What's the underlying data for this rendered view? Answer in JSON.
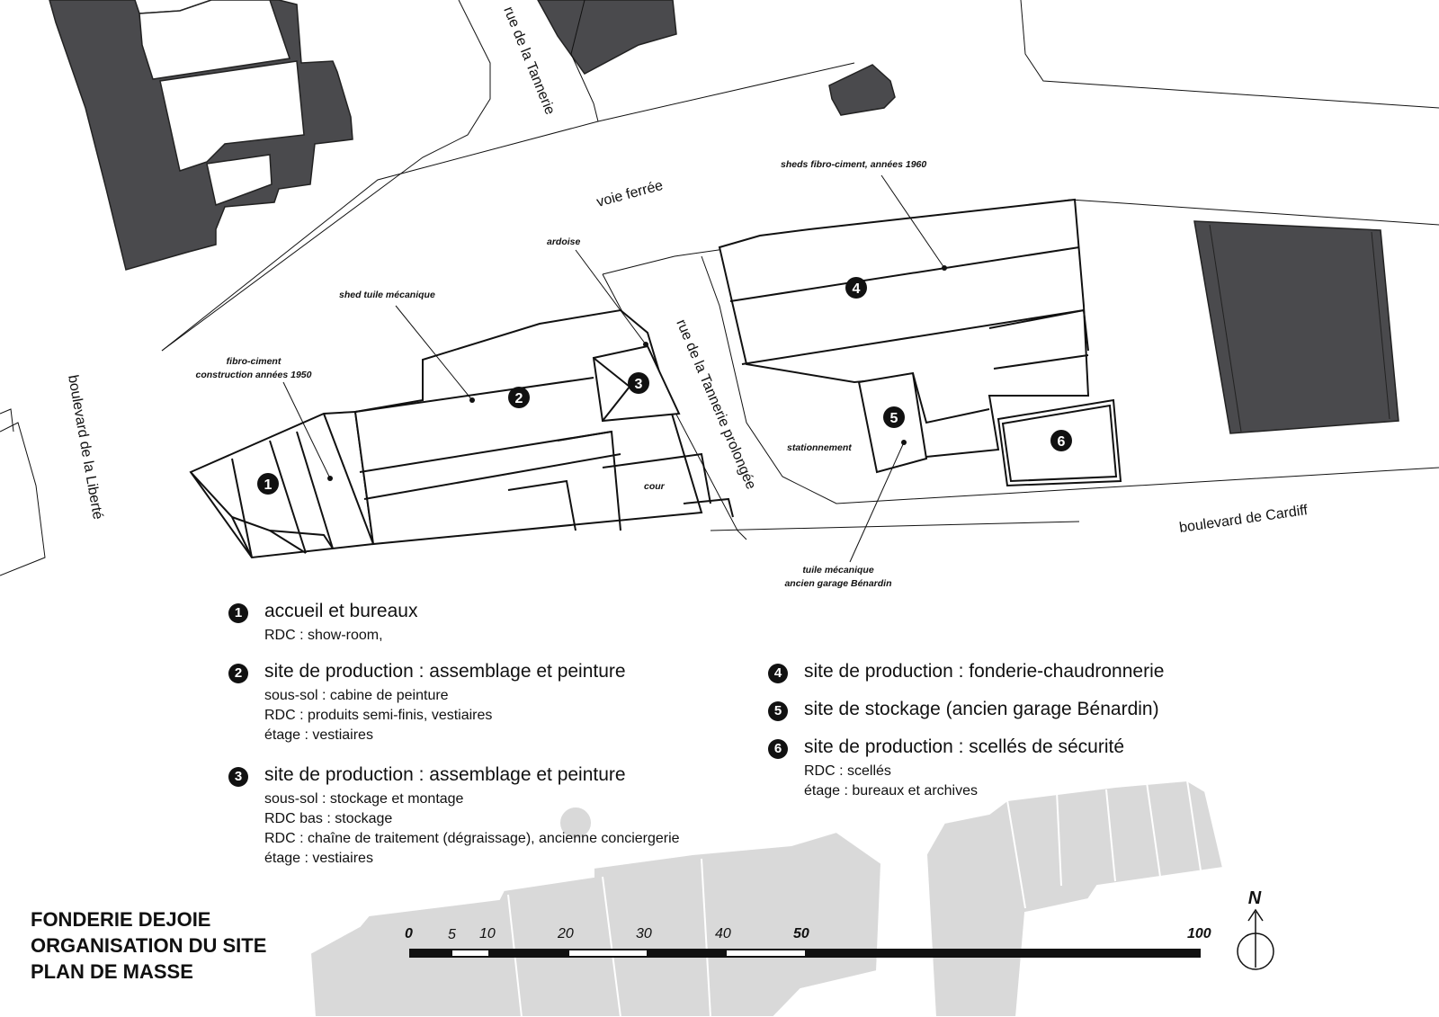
{
  "streets": {
    "rue_tannerie": "rue de la Tannerie",
    "voie_ferree": "voie ferrée",
    "boulevard_liberte": "boulevard de la Liberté",
    "rue_tannerie_prolongee": "rue de la Tannerie prolongée",
    "boulevard_cardiff": "boulevard de Cardiff",
    "stationnement": "stationnement",
    "cour": "cour"
  },
  "annotations": {
    "sheds_fibro": "sheds fibro-ciment, années 1960",
    "ardoise": "ardoise",
    "shed_tuile": "shed tuile mécanique",
    "fibro_ciment": "fibro-ciment",
    "construction_1950": "construction années 1950",
    "tuile_mecanique": "tuile mécanique",
    "ancien_garage": "ancien garage Bénardin"
  },
  "markers": [
    "1",
    "2",
    "3",
    "4",
    "5",
    "6"
  ],
  "legend": [
    {
      "num": "1",
      "title": "accueil et bureaux",
      "lines": [
        "RDC : show-room,"
      ]
    },
    {
      "num": "2",
      "title": "site de production : assemblage et peinture",
      "lines": [
        "sous-sol : cabine de peinture",
        "RDC : produits semi-finis, vestiaires",
        "étage : vestiaires"
      ]
    },
    {
      "num": "3",
      "title": "site de production : assemblage et peinture",
      "lines": [
        "sous-sol : stockage et montage",
        "RDC bas : stockage",
        "RDC : chaîne de traitement (dégraissage), ancienne conciergerie",
        "étage : vestiaires"
      ]
    },
    {
      "num": "4",
      "title": "site de production : fonderie-chaudronnerie",
      "lines": []
    },
    {
      "num": "5",
      "title": "site de stockage (ancien garage Bénardin)",
      "lines": []
    },
    {
      "num": "6",
      "title": "site de production : scellés de sécurité",
      "lines": [
        "RDC : scellés",
        "étage : bureaux et archives"
      ]
    }
  ],
  "title_block": {
    "line1": "FONDERIE DEJOIE",
    "line2": "ORGANISATION DU SITE",
    "line3": "PLAN DE MASSE"
  },
  "scale_bar": {
    "labels": [
      "0",
      "5",
      "10",
      "20",
      "30",
      "40",
      "50",
      "100"
    ]
  },
  "north_label": "N",
  "colors": {
    "building_dark": "#4a4a4d",
    "building_light": "#d9d9d9",
    "ink": "#111111"
  }
}
